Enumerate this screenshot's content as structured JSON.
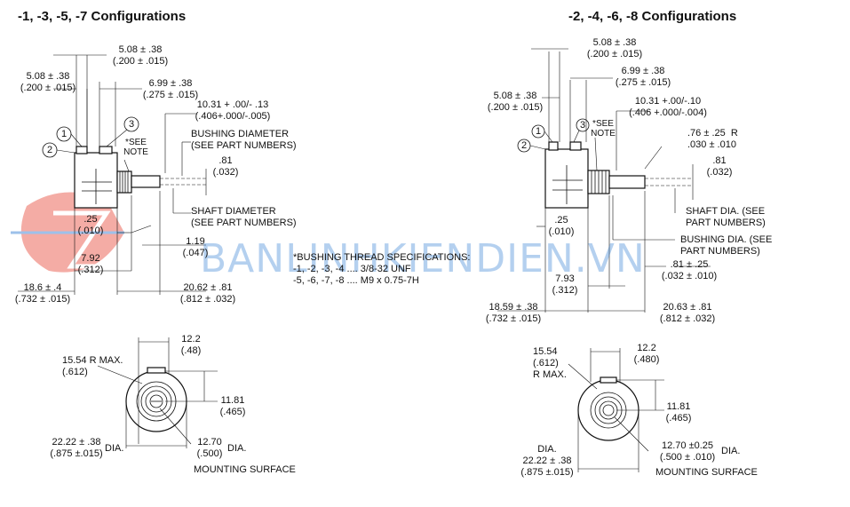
{
  "colors": {
    "watermark": "#2878d2",
    "logo_red": "#e8493a",
    "ink": "#111111"
  },
  "left": {
    "title": "-1, -3, -5, -7 Configurations",
    "dim_a_mm": "5.08 ± .38",
    "dim_a_in": "(.200 ± .015)",
    "dim_b_mm": "5.08 ± .38",
    "dim_b_in": "(.200 ± .015)",
    "dim_c_mm": "6.99 ± .38",
    "dim_c_in": "(.275 ± .015)",
    "dim_d_mm": "10.31 + .00/- .13",
    "dim_d_in": "(.406+.000/-.005)",
    "bushing_1": "BUSHING DIAMETER",
    "bushing_2": "(SEE PART NUMBERS)",
    "see_1": "*SEE",
    "see_2": "NOTE",
    "shaft_mm": ".81",
    "shaft_in": "(.032)",
    "shaft_d_1": "SHAFT DIAMETER",
    "shaft_d_2": "(SEE PART NUMBERS)",
    "d25_mm": ".25",
    "d25_in": "(.010)",
    "d119_mm": "1.19",
    "d119_in": "(.047)",
    "d792_mm": "7.92",
    "d792_in": "(.312)",
    "d186_mm": "18.6 ± .4",
    "d186_in": "(.732 ± .015)",
    "d2062_mm": "20.62 ± .81",
    "d2062_in": "(.812 ± .032)",
    "callout_1": "1",
    "callout_2": "2",
    "callout_3": "3",
    "bottom": {
      "r_mm": "15.54",
      "r_label": "R MAX.",
      "r_in": "(.612)",
      "d122_mm": "12.2",
      "d122_in": "(.48)",
      "d1181_mm": "11.81",
      "d1181_in": "(.465)",
      "d2222_mm": "22.22 ± .38",
      "d2222_in": "(.875 ±.015)",
      "dia": "DIA.",
      "d1270_mm": "12.70",
      "d1270_in": "(.500)",
      "dia2": "DIA.",
      "mount": "MOUNTING SURFACE"
    }
  },
  "note": {
    "line1": "*BUSHING THREAD SPECIFICATIONS:",
    "line2": "-1, -2, -3, -4 .... 3/8-32 UNF",
    "line3": "-5, -6, -7, -8 .... M9 x 0.75-7H"
  },
  "watermark": "BANLINHKIENDIEN.VN",
  "right": {
    "title": "-2, -4, -6, -8 Configurations",
    "dim_a_mm": "5.08 ± .38",
    "dim_a_in": "(.200 ± .015)",
    "dim_c_mm": "6.99 ± .38",
    "dim_c_in": "(.275 ± .015)",
    "dim_b_mm": "5.08 ± .38",
    "dim_b_in": "(.200 ± .015)",
    "dim_d_mm": "10.31 +.00/-.10",
    "dim_d_in": "(.406 +.000/-.004)",
    "see_1": "*SEE",
    "see_2": "NOTE",
    "rad_mm": ".76 ± .25",
    "rad_label": "R",
    "rad_in": ".030 ± .010",
    "shaft_mm": ".81",
    "shaft_in": "(.032)",
    "shaft_d_1": "SHAFT DIA. (SEE",
    "shaft_d_2": "PART NUMBERS)",
    "bush_1": "BUSHING DIA. (SEE",
    "bush_2": "PART NUMBERS)",
    "d25_mm": ".25",
    "d25_in": "(.010)",
    "d81_mm": ".81 ± .25",
    "d81_in": "(.032 ± .010)",
    "d793_mm": "7.93",
    "d793_in": "(.312)",
    "d1859_mm": "18.59 ± .38",
    "d1859_in": "(.732 ± .015)",
    "d2063_mm": "20.63 ± .81",
    "d2063_in": "(.812 ± .032)",
    "callout_1": "1",
    "callout_2": "2",
    "callout_3": "3",
    "bottom": {
      "r_mm": "15.54",
      "r_in": "(.612)",
      "r_label": "R MAX.",
      "d122_mm": "12.2",
      "d122_in": "(.480)",
      "d1181_mm": "11.81",
      "d1181_in": "(.465)",
      "dia": "DIA.",
      "d2222_mm": "22.22 ± .38",
      "d2222_in": "(.875 ±.015)",
      "d1270_mm": "12.70 ±0.25",
      "d1270_in": "(.500 ± .010)",
      "dia2": "DIA.",
      "mount": "MOUNTING SURFACE"
    }
  }
}
